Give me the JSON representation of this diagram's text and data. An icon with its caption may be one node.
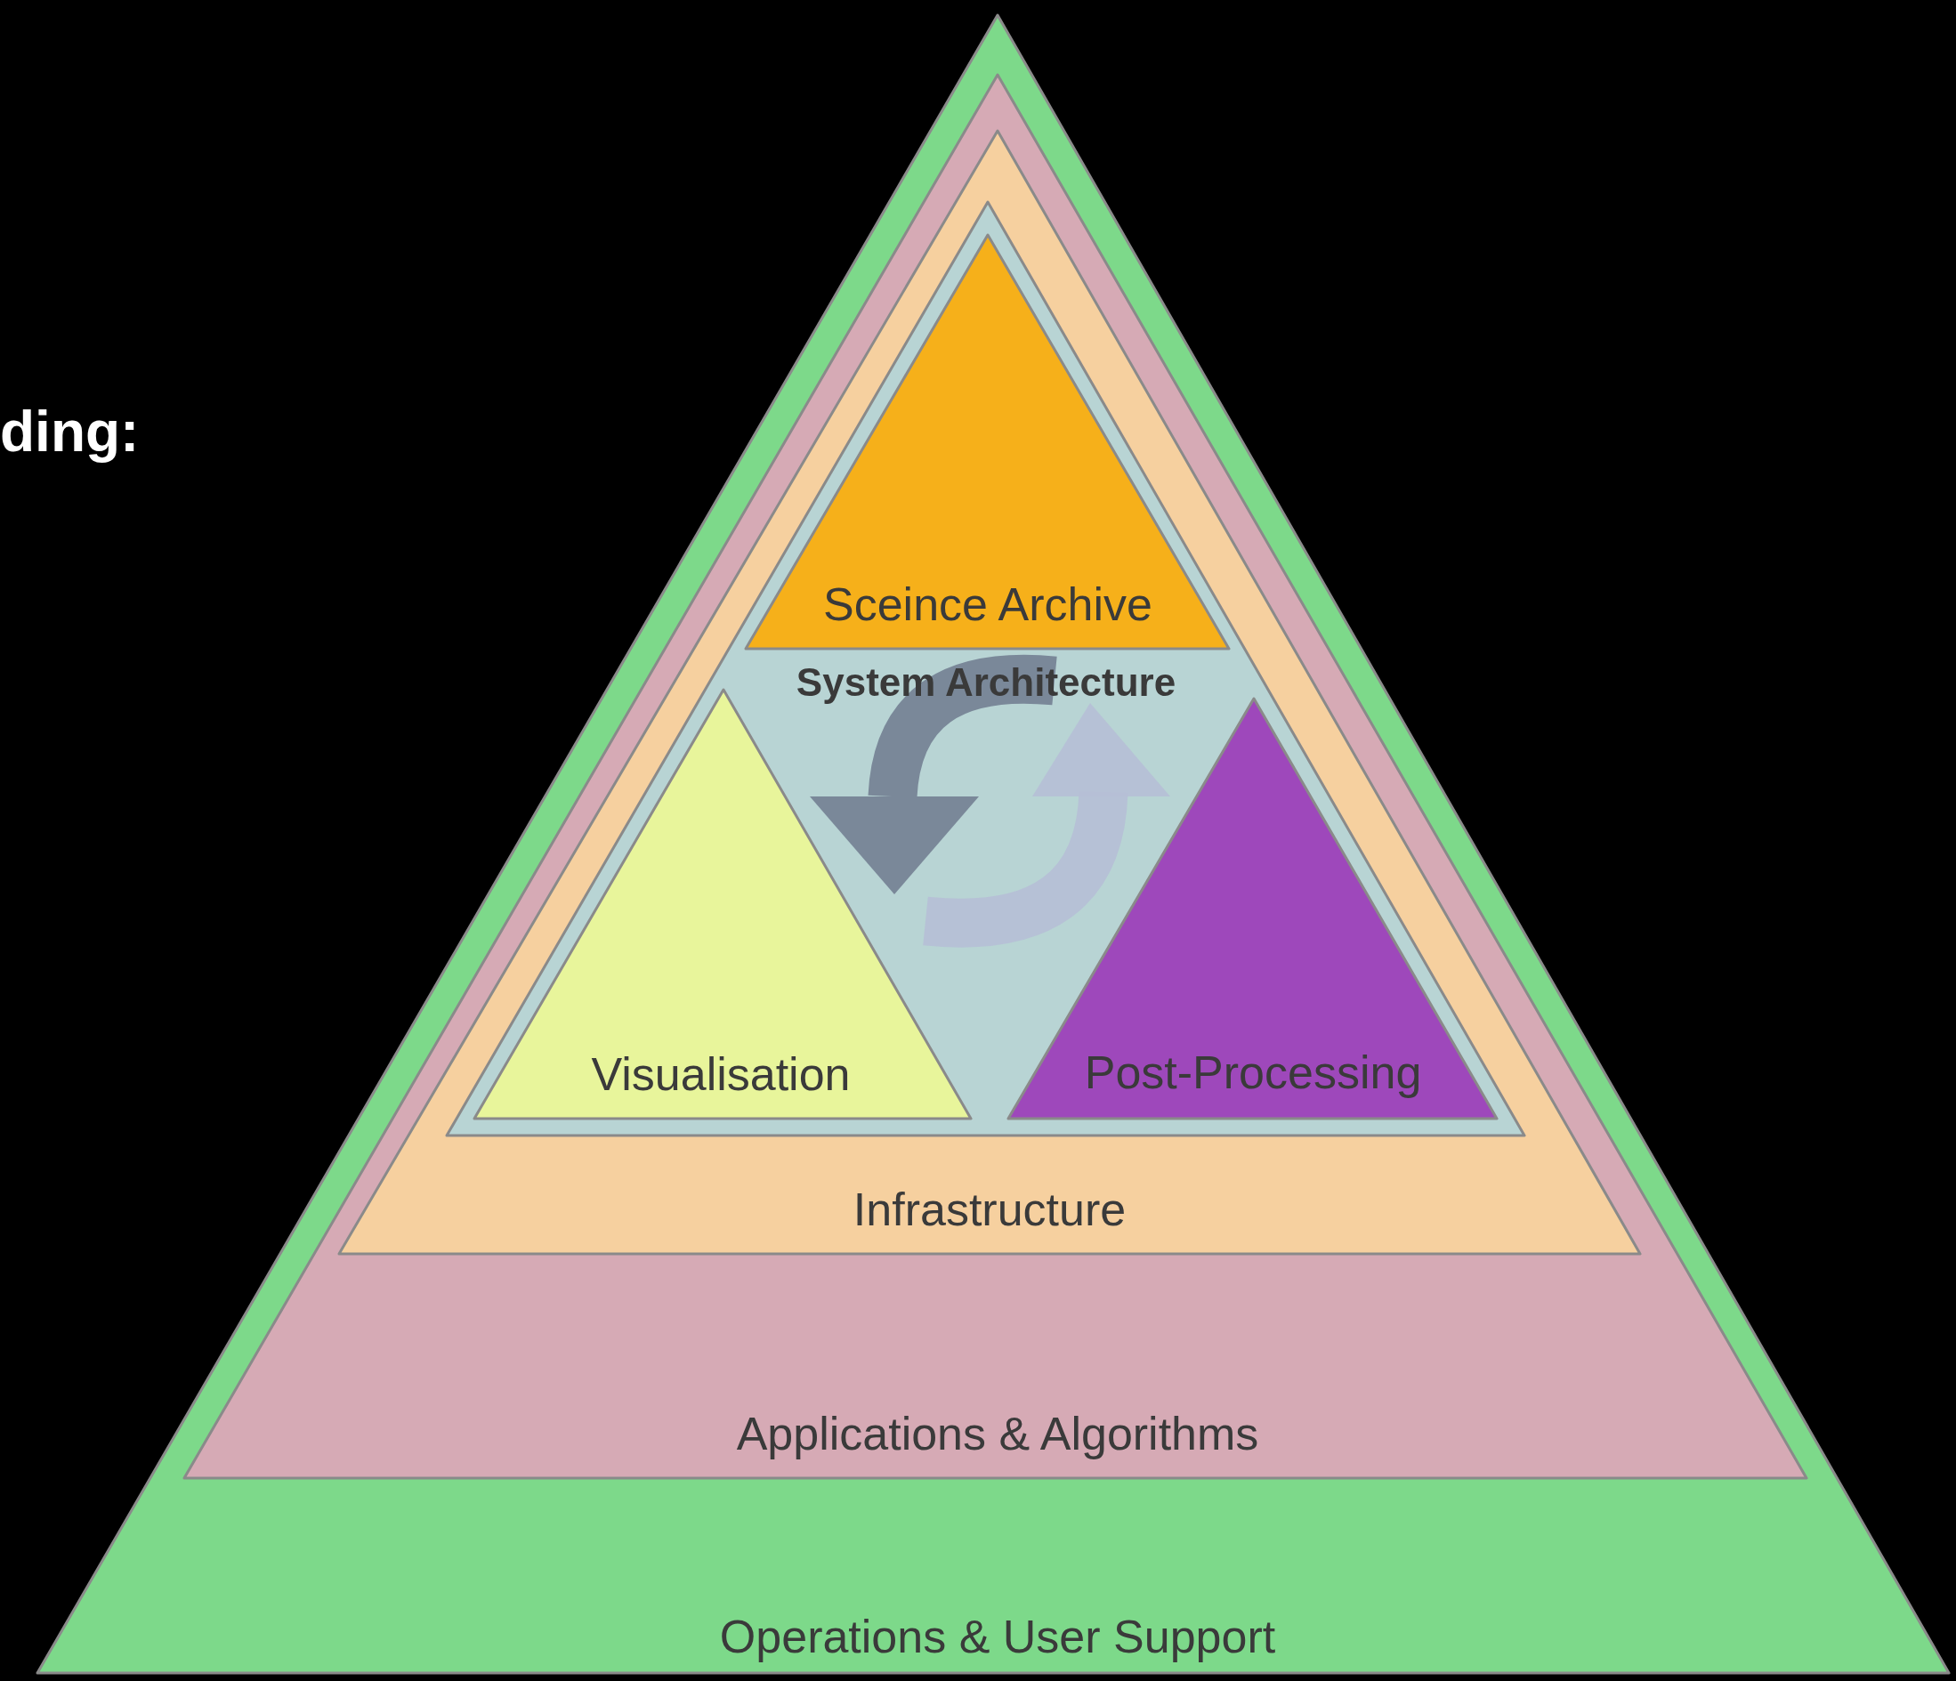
{
  "diagram": {
    "nodes": [
      {
        "text": [
          "Operations & User Support"
        ]
      },
      {
        "text": [
          "Applications & Algorithms"
        ],
        "in": 0
      },
      {
        "text": [
          "Infrastructure"
        ],
        "in": 1
      },
      {
        "text": [
          "System Architecture"
        ],
        "in": 2
      },
      {
        "text": [
          "Sceince Archive"
        ],
        "in": 3
      },
      {
        "text": [
          "Visualisation"
        ],
        "in": 3
      },
      {
        "text": [
          "Post-Processing"
        ],
        "in": 3
      }
    ],
    "labels": [
      "ding:"
    ]
  }
}
